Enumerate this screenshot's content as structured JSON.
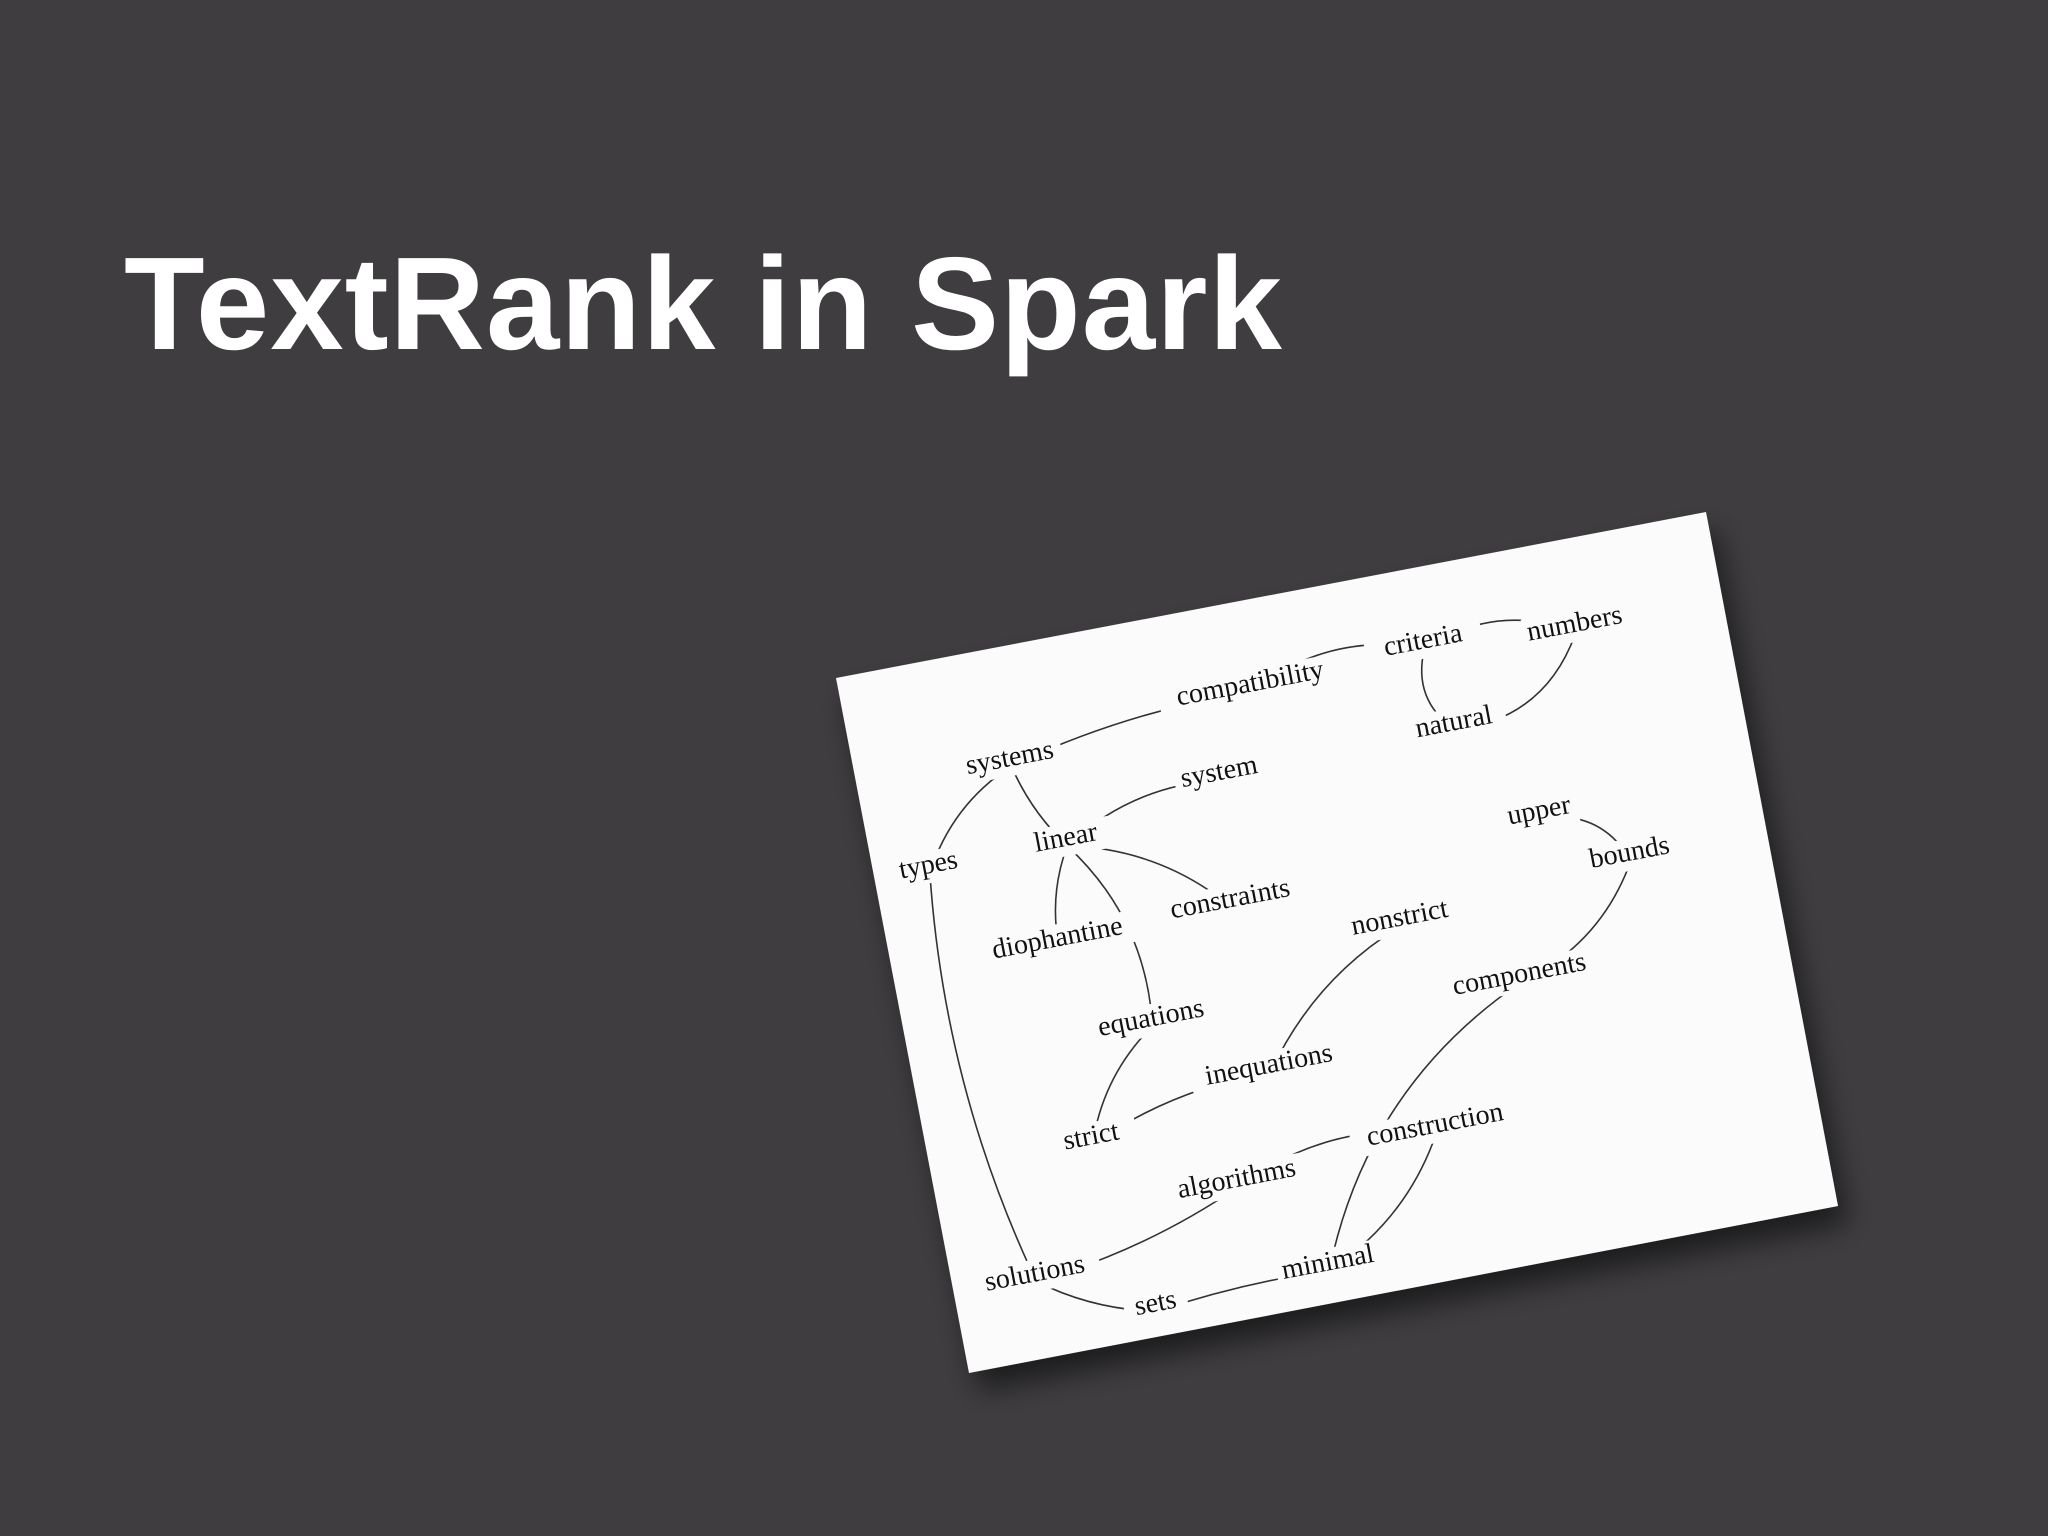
{
  "slide": {
    "title": "TextRank in Spark"
  },
  "diagram": {
    "nodes": [
      {
        "id": "systems",
        "label": "systems"
      },
      {
        "id": "compatibility",
        "label": "compatibility"
      },
      {
        "id": "criteria",
        "label": "criteria"
      },
      {
        "id": "numbers",
        "label": "numbers"
      },
      {
        "id": "natural",
        "label": "natural"
      },
      {
        "id": "types",
        "label": "types"
      },
      {
        "id": "linear",
        "label": "linear"
      },
      {
        "id": "system",
        "label": "system"
      },
      {
        "id": "diophantine",
        "label": "diophantine"
      },
      {
        "id": "constraints",
        "label": "constraints"
      },
      {
        "id": "upper",
        "label": "upper"
      },
      {
        "id": "bounds",
        "label": "bounds"
      },
      {
        "id": "nonstrict",
        "label": "nonstrict"
      },
      {
        "id": "equations",
        "label": "equations"
      },
      {
        "id": "components",
        "label": "components"
      },
      {
        "id": "inequations",
        "label": "inequations"
      },
      {
        "id": "strict",
        "label": "strict"
      },
      {
        "id": "construction",
        "label": "construction"
      },
      {
        "id": "algorithms",
        "label": "algorithms"
      },
      {
        "id": "solutions",
        "label": "solutions"
      },
      {
        "id": "sets",
        "label": "sets"
      },
      {
        "id": "minimal",
        "label": "minimal"
      }
    ],
    "edges": [
      [
        "systems",
        "compatibility"
      ],
      [
        "compatibility",
        "criteria"
      ],
      [
        "criteria",
        "numbers"
      ],
      [
        "criteria",
        "natural"
      ],
      [
        "natural",
        "numbers"
      ],
      [
        "systems",
        "types"
      ],
      [
        "systems",
        "linear"
      ],
      [
        "linear",
        "system"
      ],
      [
        "linear",
        "diophantine"
      ],
      [
        "linear",
        "constraints"
      ],
      [
        "linear",
        "equations"
      ],
      [
        "upper",
        "bounds"
      ],
      [
        "bounds",
        "components"
      ],
      [
        "equations",
        "strict"
      ],
      [
        "strict",
        "inequations"
      ],
      [
        "inequations",
        "nonstrict"
      ],
      [
        "types",
        "solutions"
      ],
      [
        "solutions",
        "algorithms"
      ],
      [
        "algorithms",
        "construction"
      ],
      [
        "construction",
        "minimal"
      ],
      [
        "solutions",
        "sets"
      ],
      [
        "sets",
        "minimal"
      ],
      [
        "minimal",
        "components"
      ]
    ]
  }
}
